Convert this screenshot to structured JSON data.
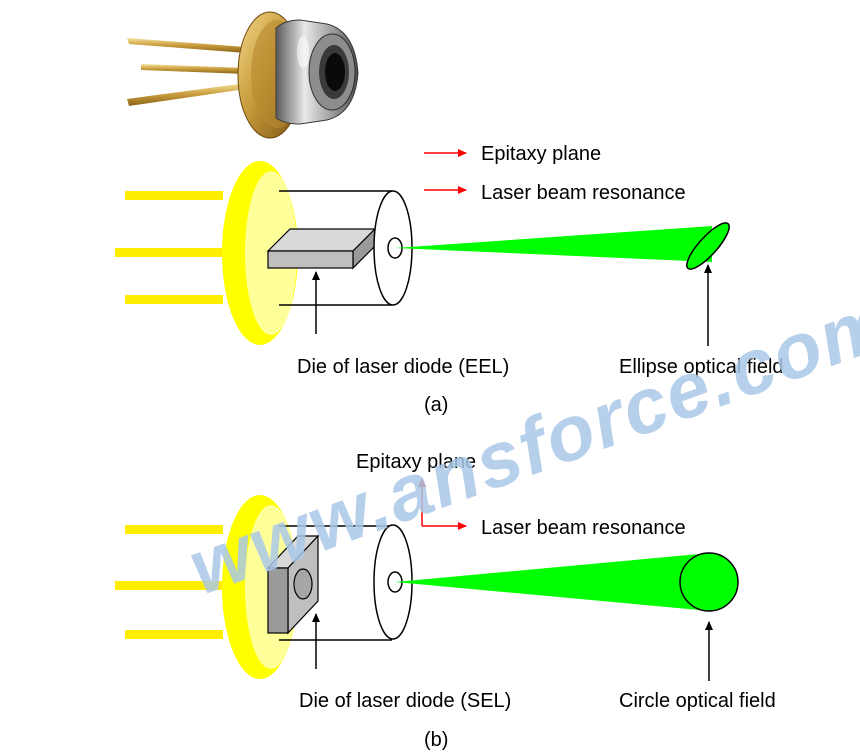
{
  "watermark": {
    "text": "www.ansforce.com",
    "color": "#a9c8e8"
  },
  "colors": {
    "lead": "#ffee00",
    "flange_outer": "#ffff00",
    "flange_inner": "#ffff99",
    "beam": "#00ff00",
    "arrow_red": "#ff0000",
    "die": "#c0c0c0"
  },
  "photo": {
    "name": "to-can-laser-diode-photo"
  },
  "panel_a": {
    "legend_epitaxy": "Epitaxy plane",
    "legend_resonance": "Laser beam resonance",
    "die_label": "Die of laser diode (EEL)",
    "field_label": "Ellipse optical field",
    "caption": "(a)"
  },
  "panel_b": {
    "legend_epitaxy": "Epitaxy plane",
    "legend_resonance": "Laser beam resonance",
    "die_label": "Die of laser diode (SEL)",
    "field_label": "Circle optical field",
    "caption": "(b)"
  }
}
